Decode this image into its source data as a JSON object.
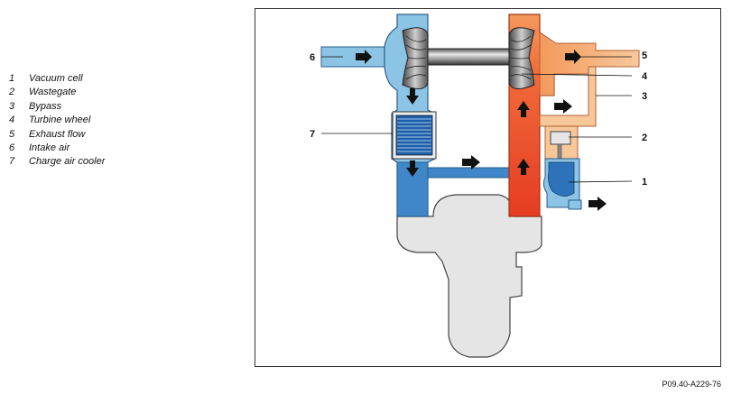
{
  "legend": [
    {
      "num": "1",
      "label": "Vacuum cell"
    },
    {
      "num": "2",
      "label": "Wastegate"
    },
    {
      "num": "3",
      "label": "Bypass"
    },
    {
      "num": "4",
      "label": "Turbine wheel"
    },
    {
      "num": "5",
      "label": "Exhaust flow"
    },
    {
      "num": "6",
      "label": "Intake air"
    },
    {
      "num": "7",
      "label": "Charge air cooler"
    }
  ],
  "callouts": {
    "c1": "1",
    "c2": "2",
    "c3": "3",
    "c4": "4",
    "c5": "5",
    "c6": "6",
    "c7": "7"
  },
  "reference": "P09.40-A229-76",
  "colors": {
    "intake_blue": "#8fc6e6",
    "duct_blue": "#3a86c8",
    "exhaust_red": "#e84a2c",
    "exhaust_orange": "#f5a060",
    "exhaust_light": "#f7c79a",
    "engine_gray": "#e6e6e6"
  }
}
